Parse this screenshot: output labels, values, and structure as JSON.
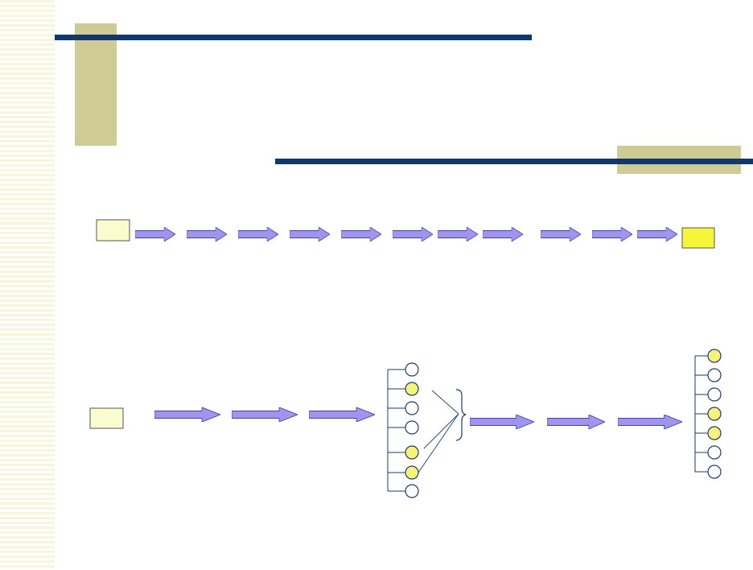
{
  "colors": {
    "stripe": "#f7f6dc",
    "khaki_block": "#cecb96",
    "navy_rule": "#0d3870",
    "arrow_fill": "#9f94ee",
    "arrow_stroke": "#4a3f9c",
    "pale_yellow_box": "#fbfbd0",
    "bright_yellow_box": "#f5f53a",
    "circle_yellow": "#f4f47a",
    "circle_white": "#ffffff",
    "circle_stroke": "#1f3b66",
    "connector_line": "#2a4a7a"
  },
  "diagram": {
    "top_row": {
      "start_box": "pale-yellow",
      "arrow_count": 11,
      "end_box": "bright-yellow"
    },
    "bottom_row": {
      "start_box": "pale-yellow",
      "left_arrow_count": 3,
      "left_node_group": [
        "white",
        "yellow",
        "white",
        "white",
        "yellow",
        "yellow",
        "white"
      ],
      "brace": "right-curly",
      "right_arrow_count": 3,
      "right_node_group": [
        "yellow",
        "white",
        "white",
        "yellow",
        "yellow",
        "white",
        "white"
      ]
    }
  }
}
